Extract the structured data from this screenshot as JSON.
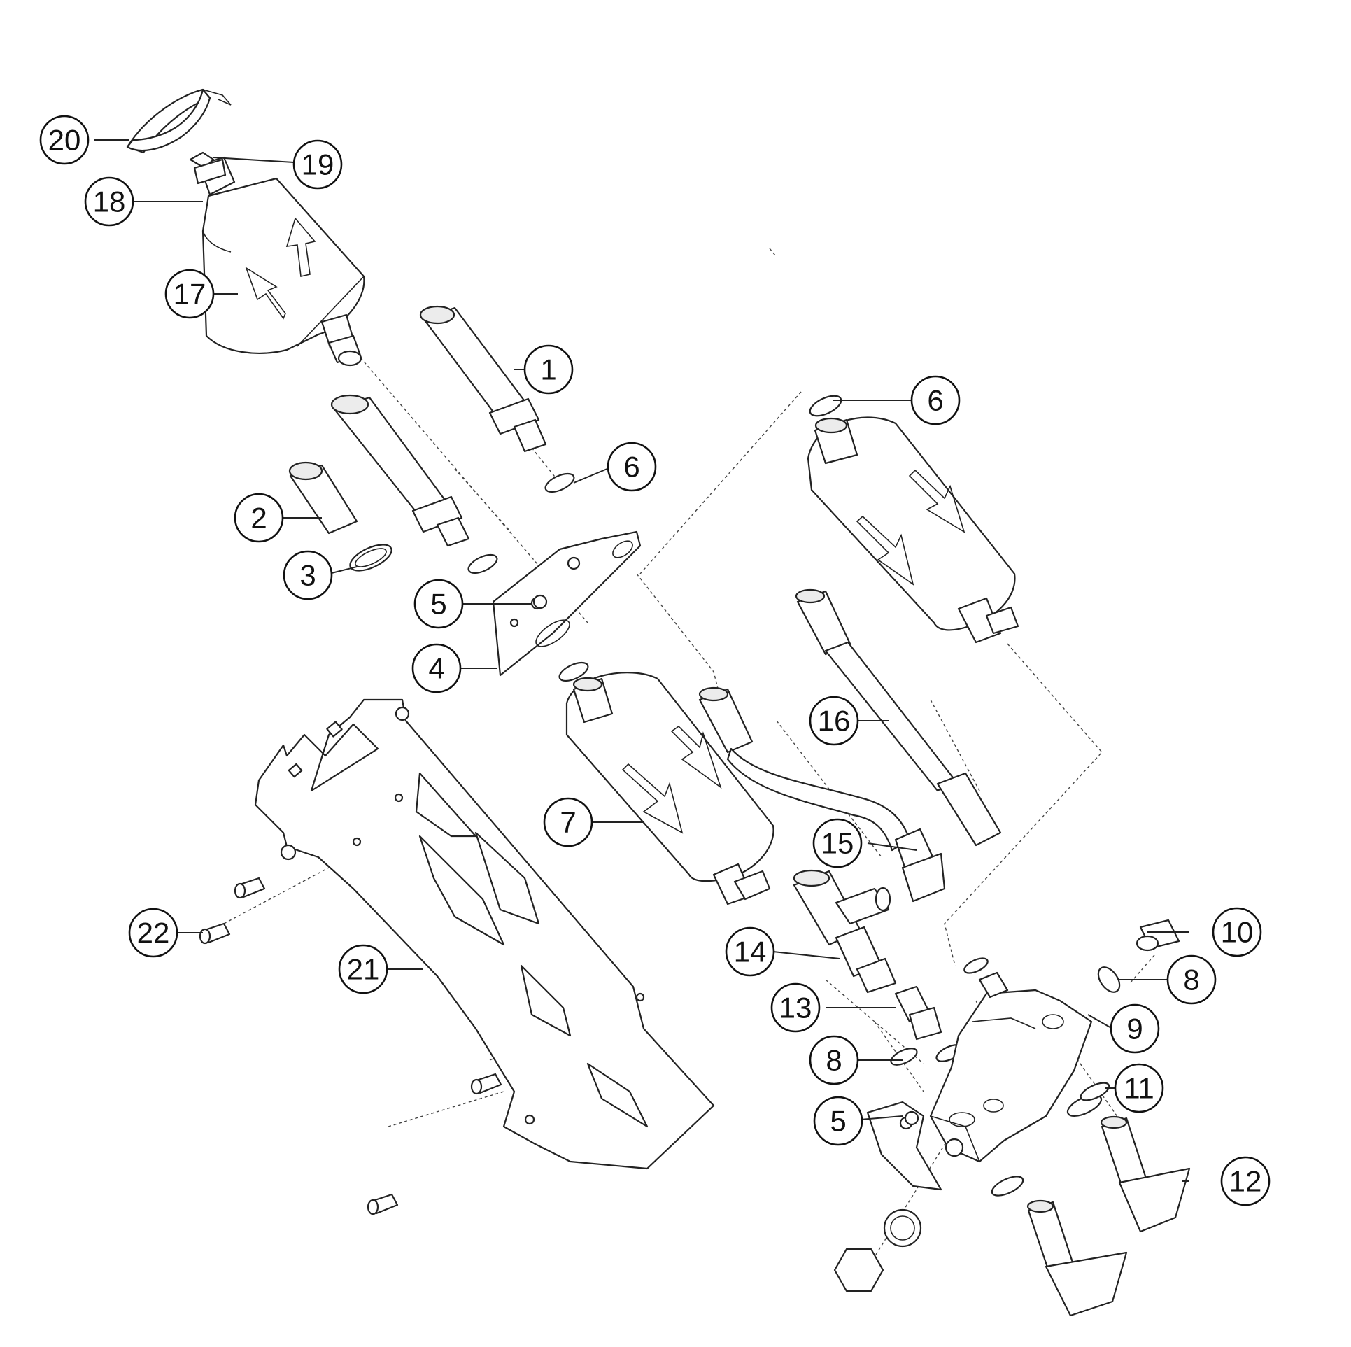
{
  "callouts": [
    {
      "label": "1"
    },
    {
      "label": "2"
    },
    {
      "label": "3"
    },
    {
      "label": "4"
    },
    {
      "label": "5"
    },
    {
      "label": "5"
    },
    {
      "label": "6"
    },
    {
      "label": "6"
    },
    {
      "label": "7"
    },
    {
      "label": "8"
    },
    {
      "label": "8"
    },
    {
      "label": "9"
    },
    {
      "label": "10"
    },
    {
      "label": "11"
    },
    {
      "label": "12"
    },
    {
      "label": "13"
    },
    {
      "label": "14"
    },
    {
      "label": "15"
    },
    {
      "label": "16"
    },
    {
      "label": "17"
    },
    {
      "label": "18"
    },
    {
      "label": "19"
    },
    {
      "label": "20"
    },
    {
      "label": "21"
    },
    {
      "label": "22"
    }
  ]
}
